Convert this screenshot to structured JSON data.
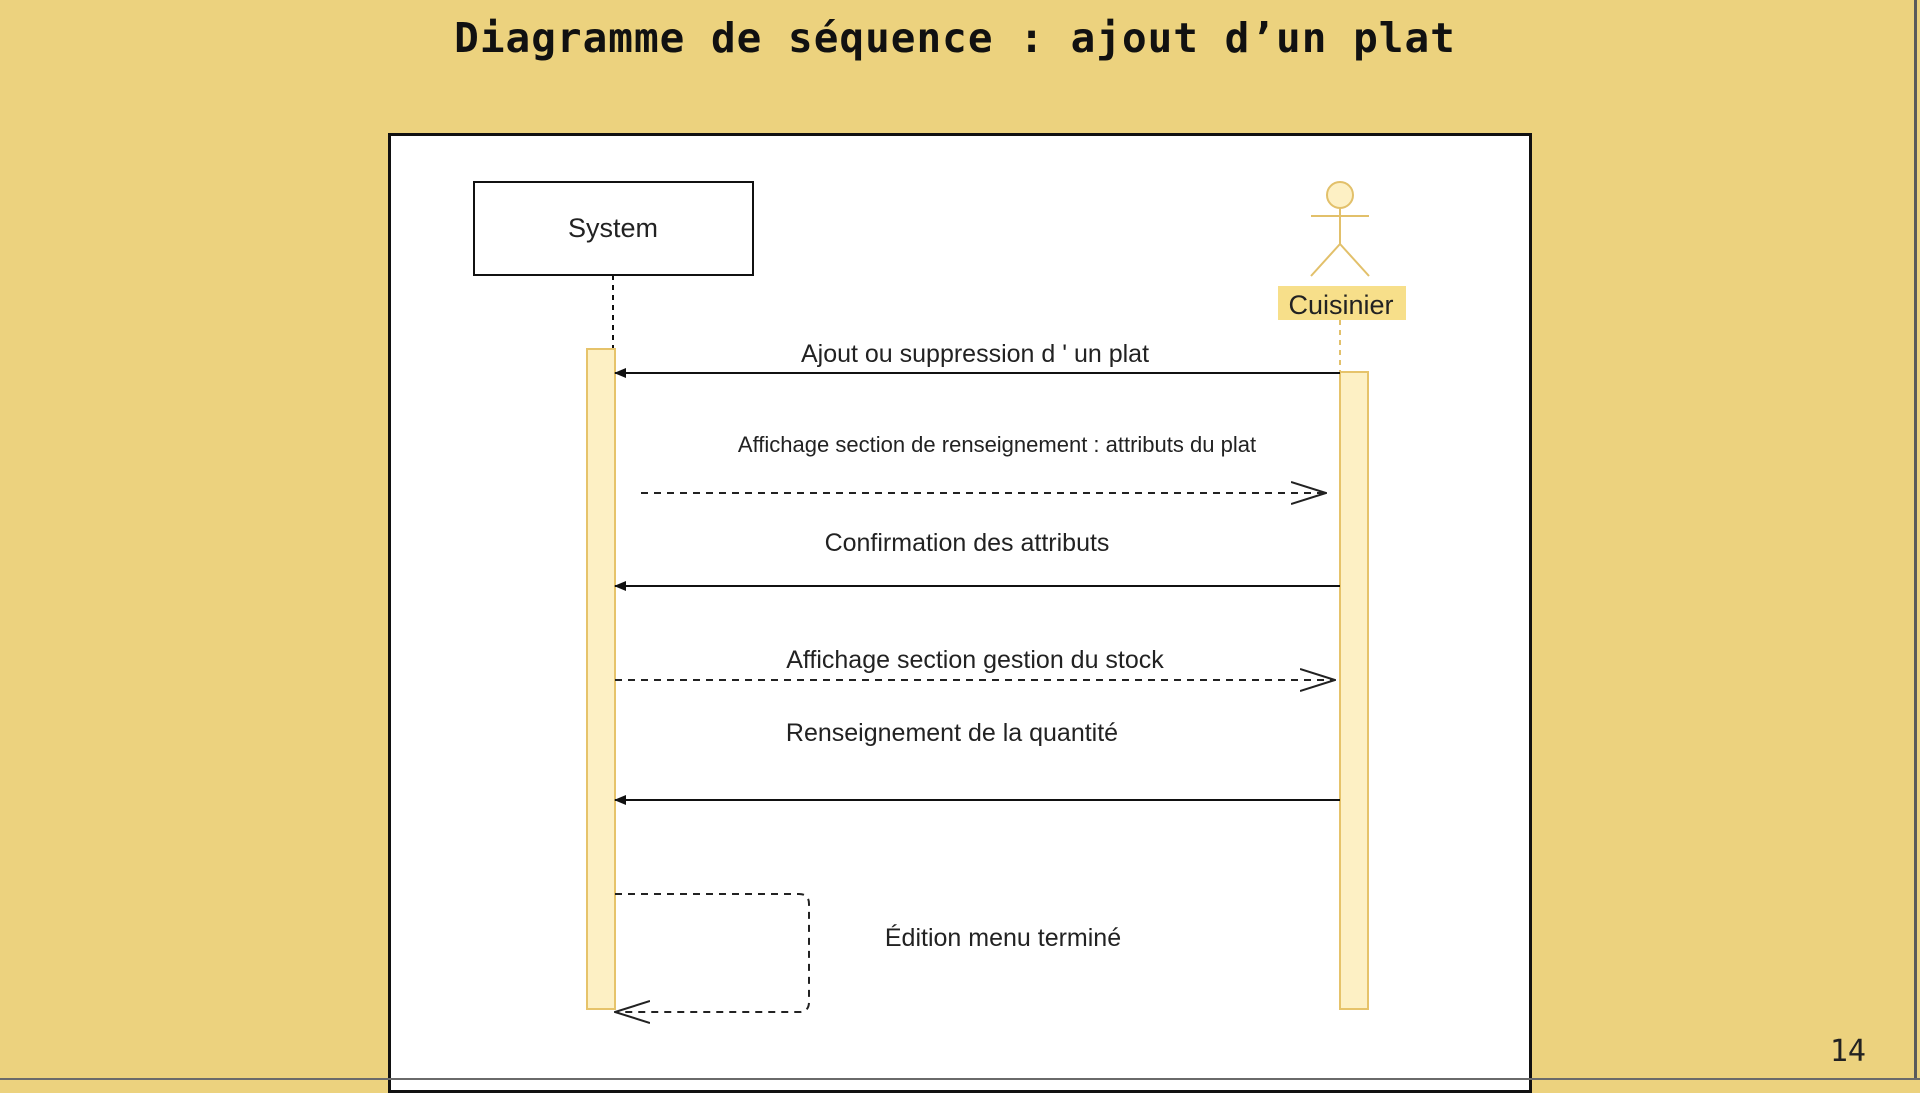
{
  "slide": {
    "title": "Diagramme de séquence : ajout d’un plat",
    "page_number": "14"
  },
  "diagram": {
    "participants": {
      "system": "System",
      "cuisinier": "Cuisinier"
    },
    "messages": [
      "Ajout ou suppression d ' un plat",
      "Affichage section de renseignement : attributs du plat",
      "Confirmation des attributs",
      "Affichage section gestion du stock",
      "Renseignement de la quantité",
      "Édition menu terminé"
    ],
    "colors": {
      "background": "#ecd27e",
      "activation_fill": "#fdf0c4",
      "activation_stroke": "#e6c36a",
      "actor_stroke": "#e2c06a",
      "actor_label_bg": "#f7df8a"
    }
  }
}
